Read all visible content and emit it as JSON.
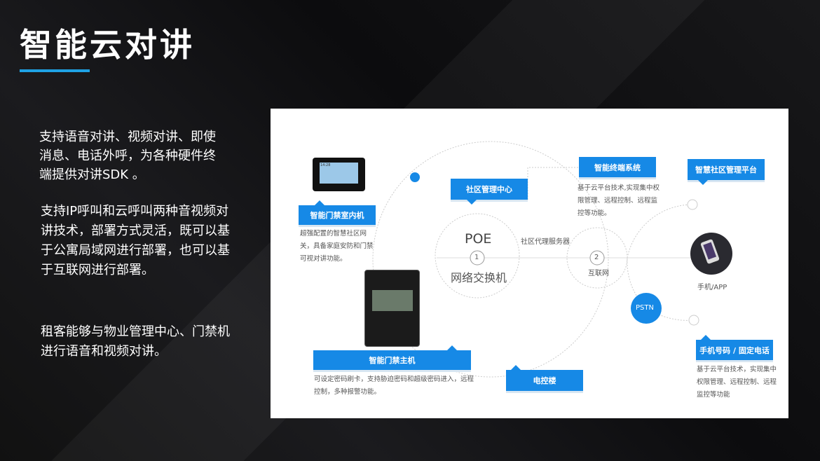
{
  "title": "智能云对讲",
  "paragraphs": [
    "支持语音对讲、视频对讲、即使消息、电话外呼，为各种硬件终端提供对讲SDK 。",
    "支持IP呼叫和云呼叫两种音视频对讲技术，部署方式灵活，既可以基于公寓局域网进行部署，也可以基于互联网进行部署。",
    "租客能够与物业管理中心、门禁机进行语音和视频对讲。"
  ],
  "diagram": {
    "indoor": {
      "label": "智能门禁室内机",
      "desc": "超强配置的智慧社区网关，具备家庭安防和门禁可视对讲功能。",
      "screen_time": "14:28"
    },
    "center": {
      "label": "社区管理中心"
    },
    "terminal": {
      "label": "智能终端系统",
      "desc": "基于云平台技术,实现集中权限管理、远程控制、远程监控等功能。"
    },
    "platform": {
      "label": "智慧社区管理平台"
    },
    "poe": {
      "title": "POE",
      "num": "1",
      "subtitle": "网络交换机"
    },
    "proxy": "社区代理服务器",
    "internet": {
      "num": "2",
      "label": "互联网"
    },
    "phone": "手机/APP",
    "pstn": "PSTN",
    "phoneline": {
      "label": "手机号码 / 固定电话",
      "desc": "基于云平台技术，实现集中权限管理、远程控制、远程监控等功能"
    },
    "host": {
      "label": "智能门禁主机",
      "desc": "可设定密码刷卡，支持胁迫密码和超级密码进入，远程控制，多种报警功能。"
    },
    "elevator": {
      "label": "电控楼"
    }
  },
  "colors": {
    "accent": "#1689e6",
    "underline": "#1fa2e4"
  }
}
